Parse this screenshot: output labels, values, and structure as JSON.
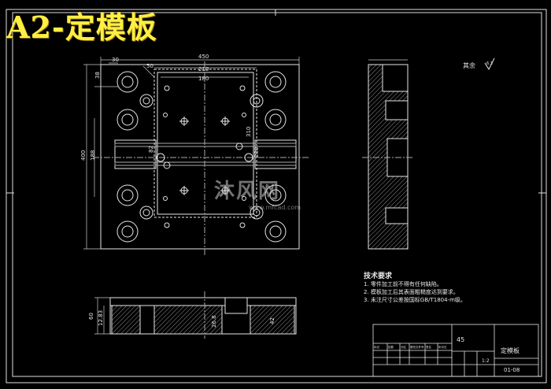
{
  "title": "A2-定模板",
  "roughness_label": "其余",
  "roughness_value": "6.3",
  "top_view": {
    "dims": [
      "450",
      "210",
      "180",
      "400",
      "188",
      "310",
      "82",
      "230",
      "50",
      "30",
      "38"
    ]
  },
  "front_view": {
    "dims": [
      "60",
      "12.83",
      "42",
      "26.8"
    ]
  },
  "technical_requirements": {
    "heading": "技术要求",
    "items": [
      "1. 零件加工前不得有任何缺陷。",
      "2. 模板加工后其表面粗糙度达到要求。",
      "3. 未注尺寸公差按国标GB/T1804-m级。"
    ]
  },
  "title_block": {
    "material": "45",
    "part_name": "定模板",
    "drawing_number": "01-08",
    "scale": "1:2",
    "row_labels": [
      "标记",
      "处数",
      "分区",
      "更改文件号",
      "签名",
      "年月日"
    ]
  },
  "watermark": {
    "text": "沐风网",
    "url": "www.mfcad.com"
  }
}
